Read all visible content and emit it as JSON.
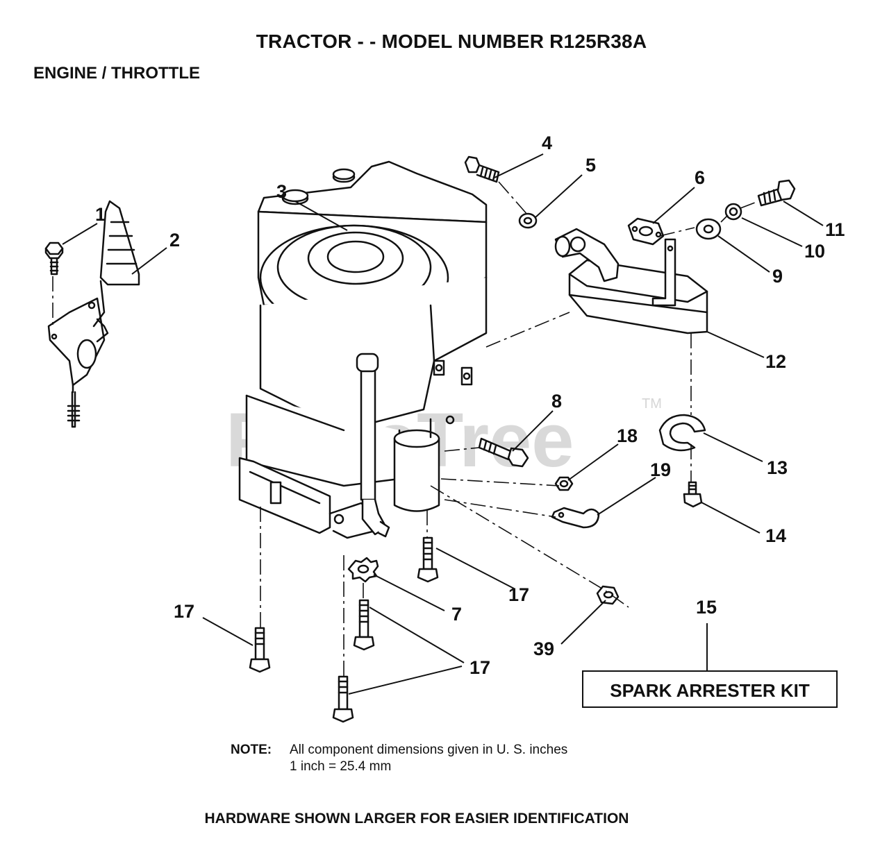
{
  "header": {
    "title": "TRACTOR - - MODEL NUMBER R125R38A",
    "section": "ENGINE / THROTTLE"
  },
  "watermark": {
    "text": "PartsTree",
    "trademark": "TM"
  },
  "callouts": {
    "c1": "1",
    "c2": "2",
    "c3": "3",
    "c4": "4",
    "c5": "5",
    "c6": "6",
    "c7": "7",
    "c8": "8",
    "c9": "9",
    "c10": "10",
    "c11": "11",
    "c12": "12",
    "c13": "13",
    "c14": "14",
    "c15": "15",
    "c17a": "17",
    "c17b": "17",
    "c17c": "17",
    "c18": "18",
    "c19": "19",
    "c39": "39"
  },
  "kit": {
    "label": "SPARK ARRESTER KIT"
  },
  "note": {
    "label": "NOTE:",
    "line1": "All component dimensions given in U. S. inches",
    "line2": "1 inch = 25.4 mm"
  },
  "footer": {
    "text": "HARDWARE SHOWN LARGER FOR EASIER IDENTIFICATION"
  },
  "colors": {
    "ink": "#111111",
    "watermark": "#d9d9d9",
    "background": "#ffffff"
  }
}
